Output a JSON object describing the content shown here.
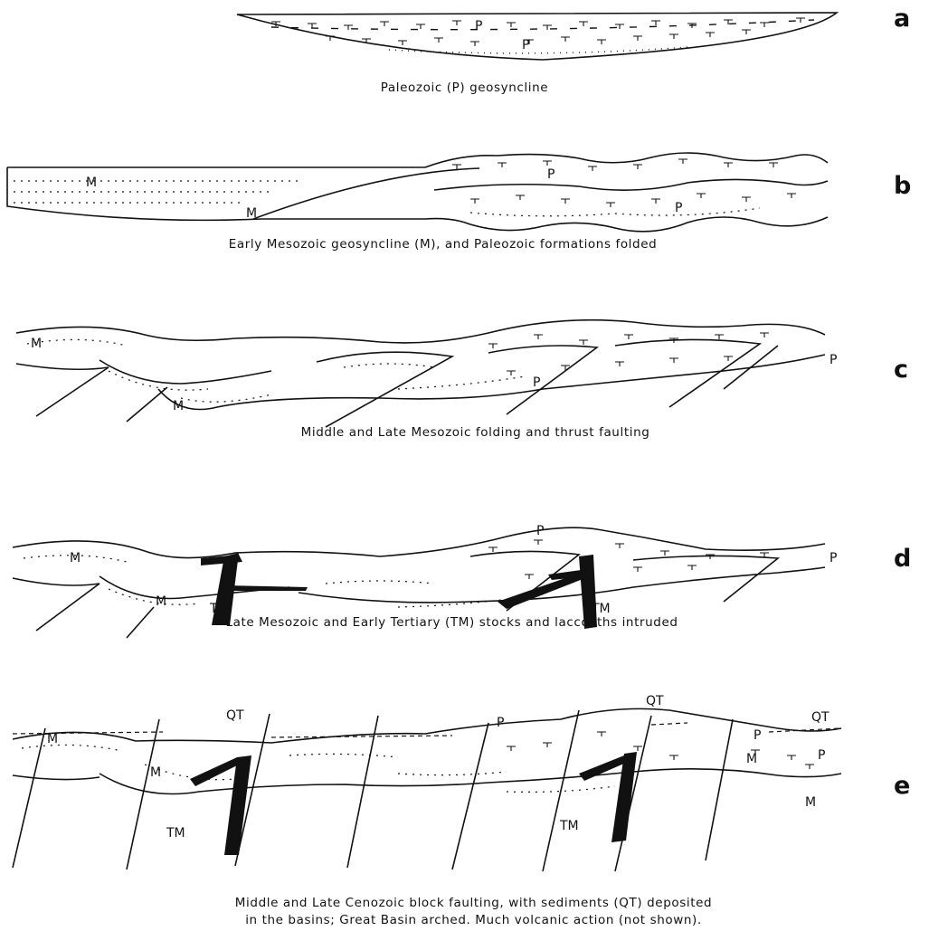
{
  "panels": [
    {
      "letter": "a",
      "caption": "Paleozoic (P) geosyncline"
    },
    {
      "letter": "b",
      "caption": "Early Mesozoic geosyncline (M), and Paleozoic formations folded"
    },
    {
      "letter": "c",
      "caption": "Middle and Late Mesozoic folding and thrust faulting"
    },
    {
      "letter": "d",
      "caption": "Late Mesozoic and Early Tertiary (TM) stocks and laccoliths intruded"
    },
    {
      "letter": "e",
      "caption_lines": [
        "Middle and Late Cenozoic block faulting, with sediments (QT) deposited",
        "in the basins; Great Basin arched. Much volcanic action (not shown)."
      ]
    }
  ],
  "unit_labels": {
    "paleozoic": "P",
    "mesozoic": "M",
    "intrusive": "TM",
    "basin_sediments": "QT"
  }
}
